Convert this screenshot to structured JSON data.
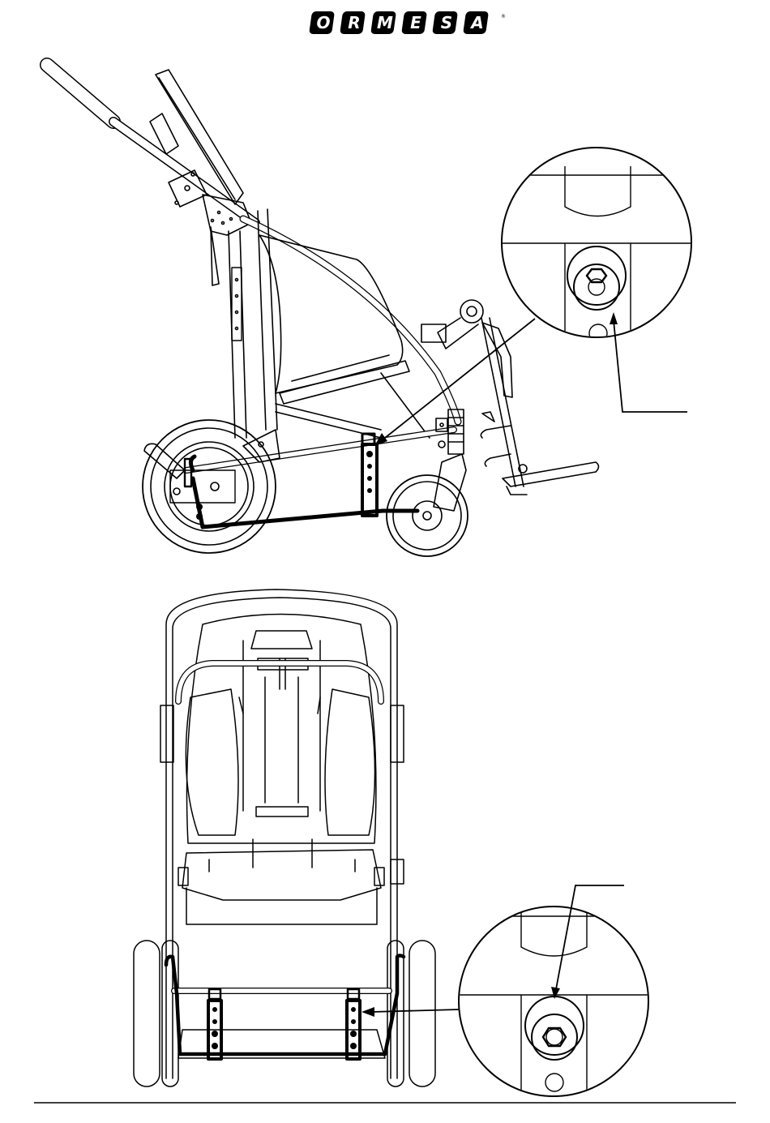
{
  "logo": {
    "text": "ORMESA",
    "letters": [
      "O",
      "R",
      "M",
      "E",
      "S",
      "A"
    ],
    "mark": "®"
  },
  "figures": [
    {
      "id": "side-view",
      "description_shown": false
    },
    {
      "id": "rear-view",
      "description_shown": false
    }
  ],
  "colors": {
    "line": "#000000",
    "background": "#ffffff"
  }
}
